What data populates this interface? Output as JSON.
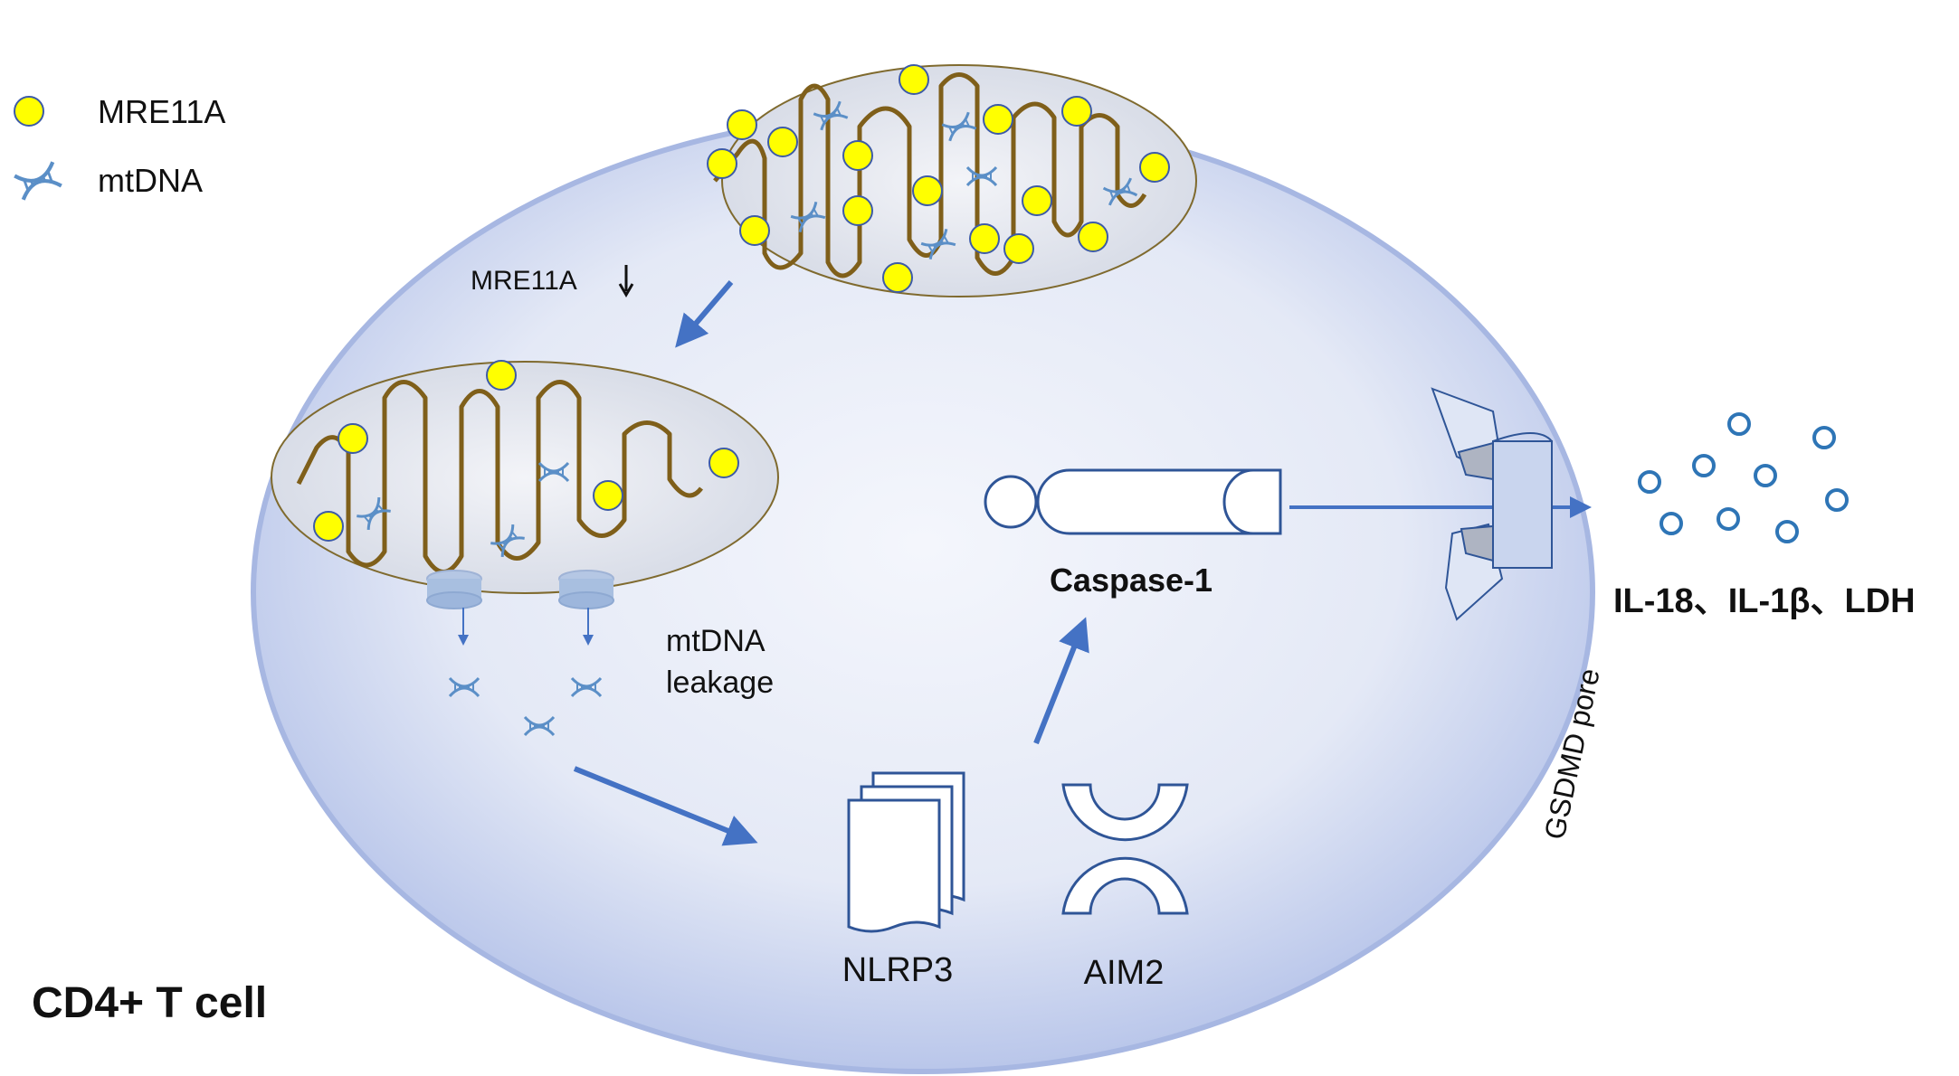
{
  "legend": {
    "items": [
      {
        "label": "MRE11A",
        "icon": "mre11a-dot-icon"
      },
      {
        "label": "mtDNA",
        "icon": "dna-icon"
      }
    ]
  },
  "labels": {
    "mre11a_down": "MRE11A",
    "leakage_line1": "mtDNA",
    "leakage_line2": "leakage",
    "caspase": "Caspase-1",
    "nlrp3": "NLRP3",
    "aim2": "AIM2",
    "gsdmd": "GSDMD pore",
    "released": "IL-18、IL-1β、LDH",
    "cell": "CD4+ T cell"
  },
  "colors": {
    "cell_fill": "#dbe2f4",
    "cell_edge": "#9fb1e0",
    "arrow": "#4472c4",
    "outline": "#2f5597",
    "mre11a": "#ffff00",
    "cristae": "#7f5f1a",
    "dna": "#5b8fc7"
  }
}
